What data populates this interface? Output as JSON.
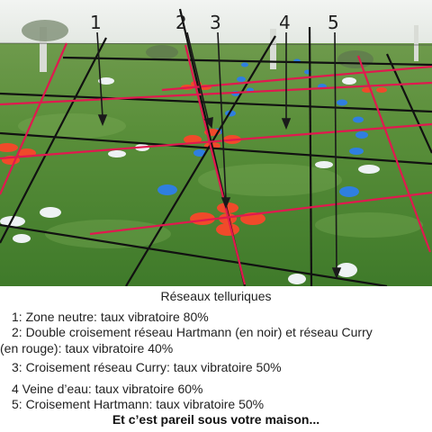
{
  "markers": [
    "1",
    "2",
    "3",
    "4",
    "5"
  ],
  "caption": {
    "title": "Réseaux telluriques",
    "lines": [
      "1: Zone neutre: taux vibratoire 80%",
      "2: Double croisement réseau Hartmann (en noir) et réseau Curry",
      "(en rouge): taux vibratoire 40%",
      "3: Croisement réseau Curry: taux vibratoire 50%",
      "4 Veine d’eau: taux vibratoire 60%",
      "5: Croisement Hartmann: taux vibratoire 50%"
    ],
    "closing": "Et c’est pareil sous votre maison..."
  },
  "colors": {
    "hartmann_line": "#111111",
    "curry_line": "#e0194f",
    "water_vein": "#2f7fe0",
    "crossing_marker": "#f04a2a",
    "grass": "#4f8a33"
  }
}
